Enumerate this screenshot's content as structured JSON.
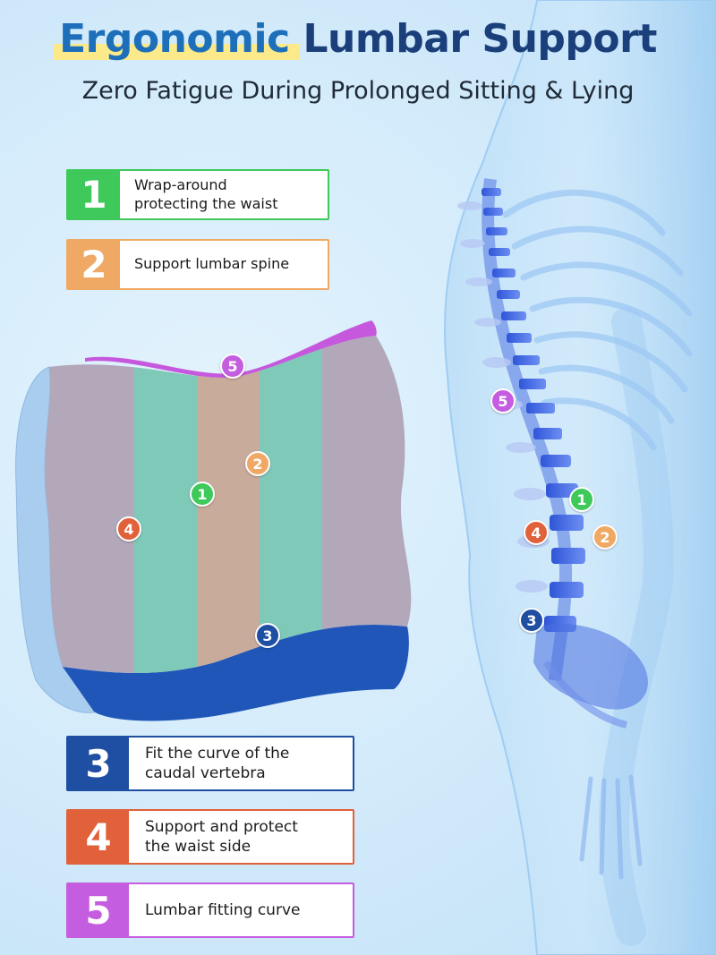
{
  "header": {
    "title_highlight": "Ergonomic",
    "title_rest": "Lumbar Support",
    "subtitle": "Zero Fatigue During Prolonged Sitting & Lying"
  },
  "features": [
    {
      "number": "1",
      "text": "Wrap-around\nprotecting the waist",
      "color": "#3ec95a"
    },
    {
      "number": "2",
      "text": "Support lumbar spine",
      "color": "#f0a964"
    },
    {
      "number": "3",
      "text": "Fit the curve of the\ncaudal vertebra",
      "color": "#1e4fa2"
    },
    {
      "number": "4",
      "text": "Support and protect\nthe waist side",
      "color": "#e1613a"
    },
    {
      "number": "5",
      "text": "Lumbar fitting curve",
      "color": "#c55de0"
    }
  ],
  "pillow_markers": [
    "1",
    "2",
    "3",
    "4",
    "5"
  ],
  "spine_markers": [
    "1",
    "2",
    "3",
    "4",
    "5"
  ],
  "icons": [
    "lumbar-pillow-illustration",
    "human-spine-illustration"
  ]
}
